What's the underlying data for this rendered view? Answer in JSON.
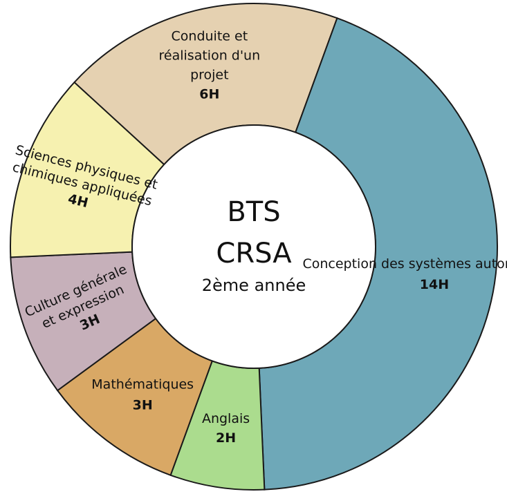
{
  "chart_data": {
    "type": "pie",
    "variant": "donut",
    "center": {
      "line1": "BTS",
      "line2": "CRSA",
      "line3": "2ème année"
    },
    "unit": "H",
    "slices": [
      {
        "label_lines": [
          "Conduite et",
          "réalisation d'un",
          "projet"
        ],
        "hours_label": "6H",
        "value": 6,
        "color": "#e5d1b1"
      },
      {
        "label_lines": [
          "Conception des systèmes automatiques"
        ],
        "hours_label": "14H",
        "value": 14,
        "color": "#6ea8b8"
      },
      {
        "label_lines": [
          "Anglais"
        ],
        "hours_label": "2H",
        "value": 2,
        "color": "#abdc8e"
      },
      {
        "label_lines": [
          "Mathématiques"
        ],
        "hours_label": "3H",
        "value": 3,
        "color": "#d9a865"
      },
      {
        "label_lines": [
          "Culture générale",
          "et expression"
        ],
        "hours_label": "3H",
        "value": 3,
        "color": "#c6b0ba"
      },
      {
        "label_lines": [
          "Sciences physiques et",
          "chimiques appliquées"
        ],
        "hours_label": "4H",
        "value": 4,
        "color": "#f6f1b0"
      }
    ]
  }
}
